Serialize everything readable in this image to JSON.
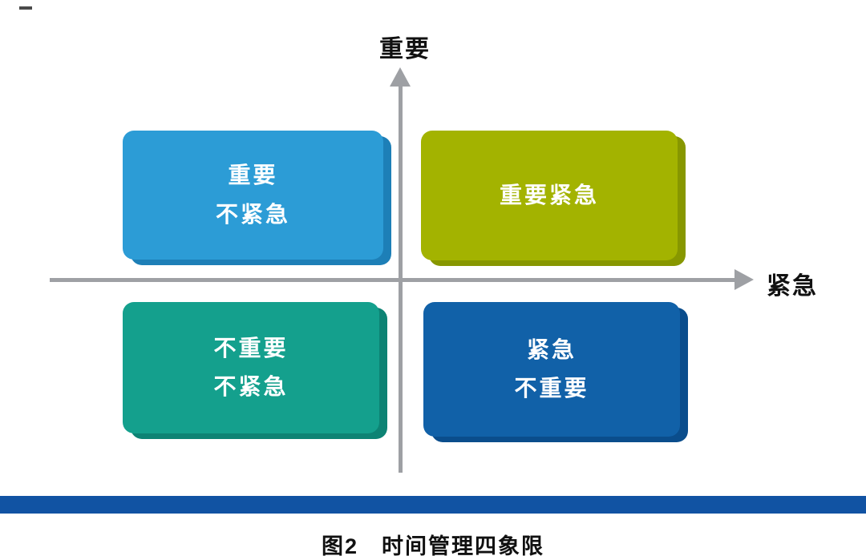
{
  "axes": {
    "y_label": "重要",
    "x_label": "紧急",
    "line_color": "#9ea0a4"
  },
  "quadrants": [
    {
      "id": "important-not-urgent",
      "lines": [
        "重要",
        "不紧急"
      ],
      "color": "#2c9cd6",
      "shadow": "#1d7fb7"
    },
    {
      "id": "important-urgent",
      "lines": [
        "重要紧急"
      ],
      "color": "#a3b300",
      "shadow": "#879700"
    },
    {
      "id": "not-important-not-urgent",
      "lines": [
        "不重要",
        "不紧急"
      ],
      "color": "#14a08d",
      "shadow": "#0d8374"
    },
    {
      "id": "urgent-not-important",
      "lines": [
        "紧急",
        "不重要"
      ],
      "color": "#1161a8",
      "shadow": "#0a4d8c"
    }
  ],
  "footer": {
    "bar_color": "#1153a3",
    "caption": "图2　时间管理四象限"
  }
}
